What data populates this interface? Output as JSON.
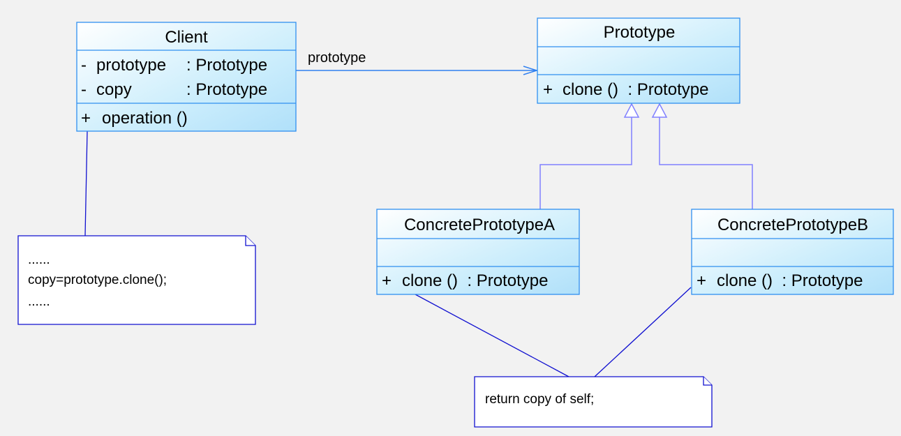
{
  "classes": {
    "client": {
      "name": "Client",
      "attributes": [
        {
          "visibility": "-",
          "name": "prototype",
          "type": ": Prototype"
        },
        {
          "visibility": "-",
          "name": "copy",
          "type": ": Prototype"
        }
      ],
      "operations": [
        {
          "visibility": "+",
          "text": "operation ()"
        }
      ]
    },
    "prototype": {
      "name": "Prototype",
      "operations": [
        {
          "visibility": "+",
          "text": "clone ()  : Prototype"
        }
      ]
    },
    "concreteA": {
      "name": "ConcretePrototypeA",
      "operations": [
        {
          "visibility": "+",
          "text": "clone ()  : Prototype"
        }
      ]
    },
    "concreteB": {
      "name": "ConcretePrototypeB",
      "operations": [
        {
          "visibility": "+",
          "text": "clone ()  : Prototype"
        }
      ]
    }
  },
  "association": {
    "label": "prototype"
  },
  "notes": {
    "client_note": [
      "......",
      "copy=prototype.clone();",
      "......"
    ],
    "clone_note": [
      "return copy of self;"
    ]
  },
  "colors": {
    "class_border": "#2f8ff0",
    "class_fill_end": "#b6e4fb",
    "note_line": "#1010d0",
    "generalization": "#8080ff"
  }
}
